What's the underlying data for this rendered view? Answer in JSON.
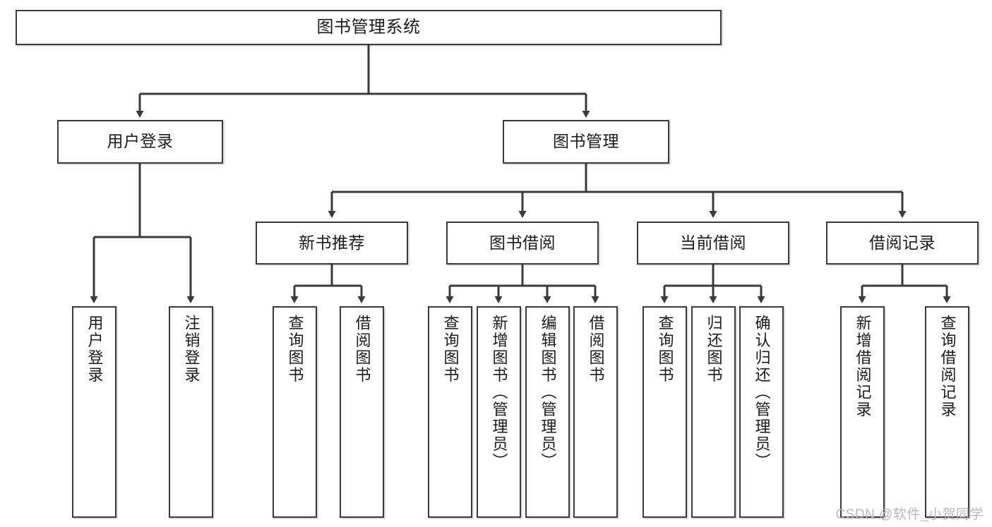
{
  "diagram": {
    "type": "tree-hierarchy-chart",
    "title": "图书管理系统",
    "root": {
      "label": "图书管理系统"
    },
    "level2": [
      {
        "label": "用户登录"
      },
      {
        "label": "图书管理"
      }
    ],
    "level3": [
      {
        "label": "新书推荐"
      },
      {
        "label": "图书借阅"
      },
      {
        "label": "当前借阅"
      },
      {
        "label": "借阅记录"
      }
    ],
    "leaves": {
      "user_login": [
        {
          "label": "用户登录"
        },
        {
          "label": "注销登录"
        }
      ],
      "new_book_recommend": [
        {
          "label": "查询图书"
        },
        {
          "label": "借阅图书"
        }
      ],
      "book_borrow": [
        {
          "label": "查询图书"
        },
        {
          "label": "新增图书（管理员）"
        },
        {
          "label": "编辑图书（管理员）"
        },
        {
          "label": "借阅图书"
        }
      ],
      "current_borrow": [
        {
          "label": "查询图书"
        },
        {
          "label": "归还图书"
        },
        {
          "label": "确认归还（管理员）"
        }
      ],
      "borrow_record": [
        {
          "label": "新增借阅记录"
        },
        {
          "label": "查询借阅记录"
        }
      ]
    }
  },
  "watermark": {
    "text": "CSDN @软件_小贺同学"
  },
  "colors": {
    "box_border": "#3a3a3a",
    "connector": "#3a3a3a",
    "text": "#1b1b1b",
    "background": "#ffffff",
    "watermark": "#b9b9b9"
  }
}
